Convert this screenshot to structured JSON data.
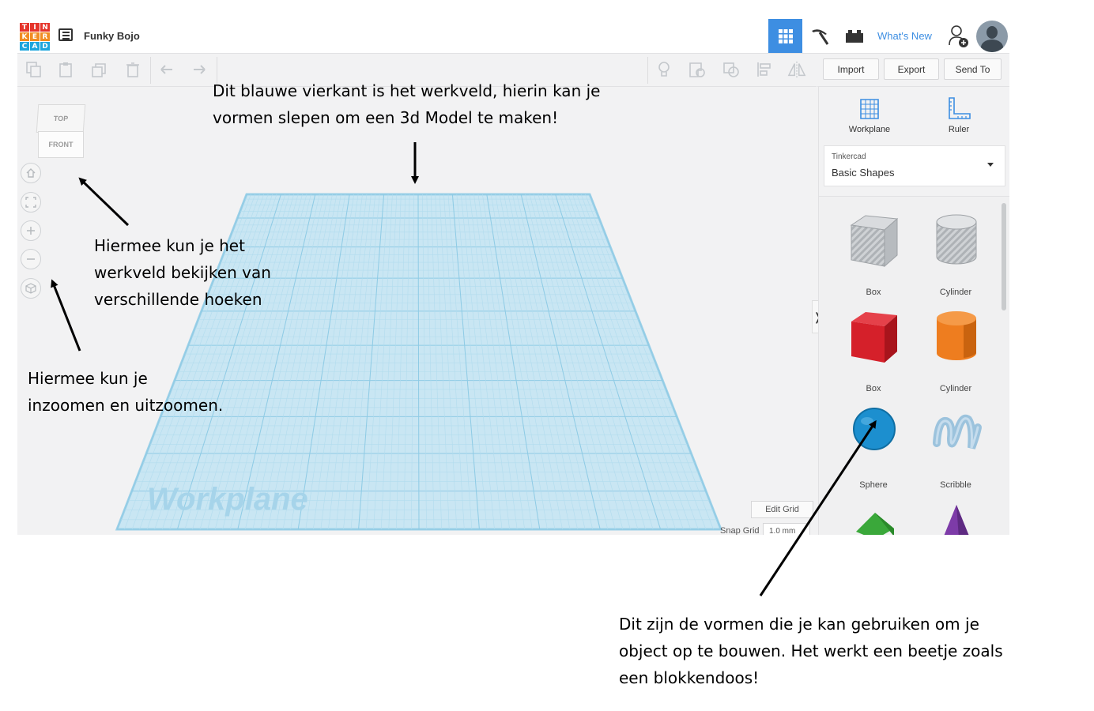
{
  "header": {
    "logo_letters": [
      "T",
      "I",
      "N",
      "K",
      "E",
      "R",
      "C",
      "A",
      "D"
    ],
    "logo_colors": [
      "#e5352b",
      "#e5352b",
      "#e5352b",
      "#f18c22",
      "#f18c22",
      "#f18c22",
      "#1da6dd",
      "#1da6dd",
      "#1da6dd"
    ],
    "design_title": "Funky Bojo",
    "whats_new": "What's New",
    "accent": "#3d8ee2"
  },
  "toolbar": {
    "tools": [
      "copy-icon",
      "paste-icon",
      "duplicate-icon",
      "delete-icon",
      "undo-icon",
      "redo-icon"
    ],
    "right_tools": [
      "lightbulb-icon",
      "group-icon",
      "ungroup-icon",
      "align-icon",
      "mirror-icon"
    ],
    "import_label": "Import",
    "export_label": "Export",
    "send_to_label": "Send To"
  },
  "viewcube": {
    "top": "TOP",
    "front": "FRONT"
  },
  "view_controls": [
    "home-icon",
    "fit-view-icon",
    "zoom-in-icon",
    "zoom-out-icon",
    "perspective-icon"
  ],
  "workplane": {
    "label": "Workplane",
    "edit_grid": "Edit Grid",
    "snap_grid_label": "Snap Grid",
    "snap_grid_value": "1.0 mm"
  },
  "panel": {
    "workplane_tool": "Workplane",
    "ruler_tool": "Ruler",
    "library_source": "Tinkercad",
    "library_name": "Basic Shapes",
    "shapes": [
      {
        "name": "Box",
        "color": "#bfc3c7"
      },
      {
        "name": "Cylinder",
        "color": "#cfd2d5"
      },
      {
        "name": "Box",
        "color": "#d5202a"
      },
      {
        "name": "Cylinder",
        "color": "#ee7d1f"
      },
      {
        "name": "Sphere",
        "color": "#1c8fcf"
      },
      {
        "name": "Scribble",
        "color": "#9cc3dd"
      }
    ]
  },
  "annotations": {
    "workplane": "Dit blauwe vierkant is het werkveld, hierin kan je\nvormen slepen om een 3d Model te maken!",
    "viewcube": "Hiermee kun je het\nwerkveld bekijken van\nverschillende hoeken",
    "zoom": "Hiermee kun je\ninzoomen en uitzoomen.",
    "shapes": "Dit zijn de vormen die je kan gebruiken om je\nobject op te bouwen. Het werkt een beetje zoals\neen blokkendoos!"
  }
}
